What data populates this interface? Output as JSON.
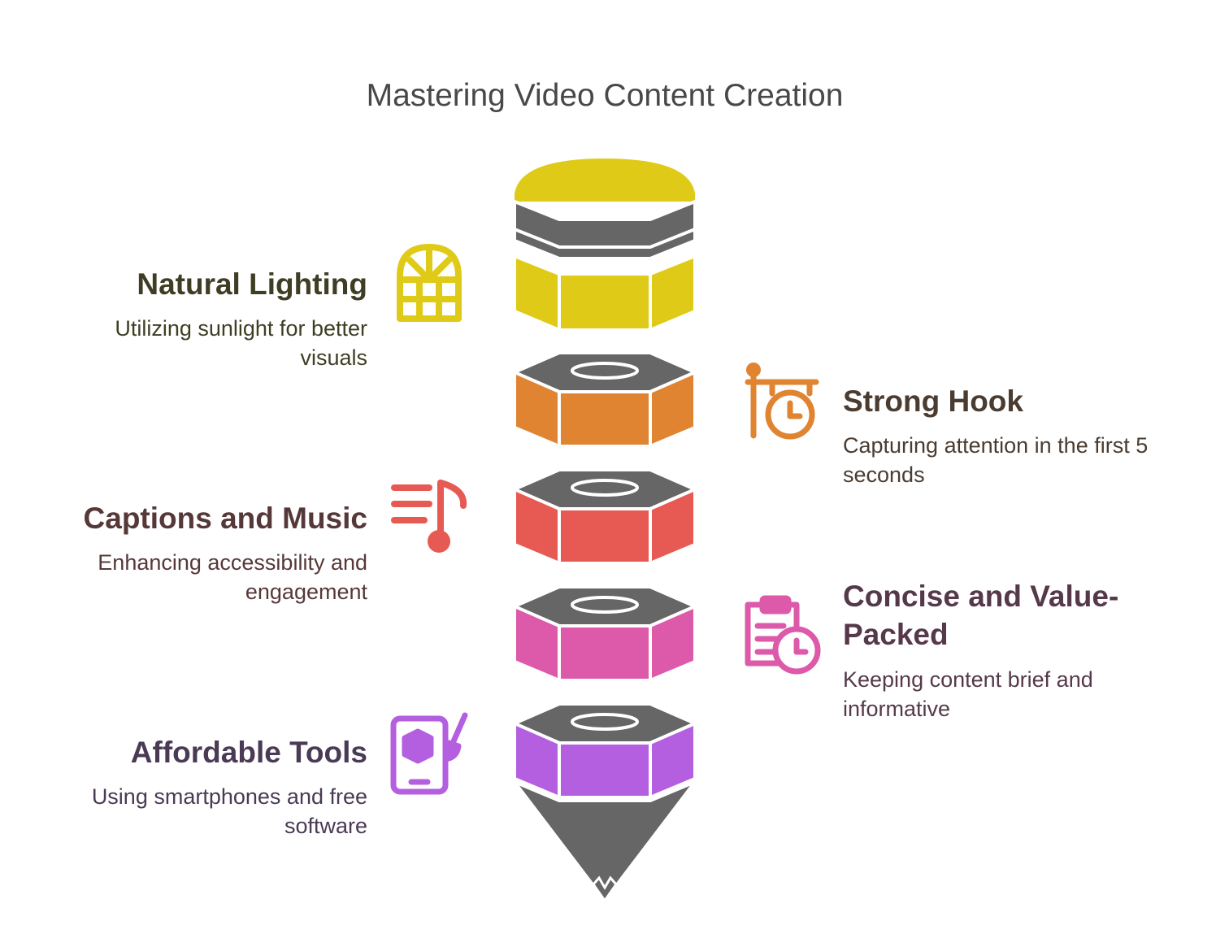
{
  "title": "Mastering Video Content Creation",
  "steps": [
    {
      "heading": "Natural Lighting",
      "description": "Utilizing sunlight for better visuals",
      "color": "#DFCB17",
      "text_color": "#3F3E25",
      "icon": "arched-window-icon",
      "side": "left"
    },
    {
      "heading": "Strong Hook",
      "description": "Capturing attention in the first 5 seconds",
      "color": "#E08431",
      "text_color": "#4A3C31",
      "icon": "hanging-clock-sign-icon",
      "side": "right"
    },
    {
      "heading": "Captions and Music",
      "description": "Enhancing accessibility and engagement",
      "color": "#E65A53",
      "text_color": "#573839",
      "icon": "music-note-with-lines-icon",
      "side": "left"
    },
    {
      "heading": "Concise and Value-Packed",
      "description": "Keeping content brief and informative",
      "color": "#DD59A9",
      "text_color": "#55394A",
      "icon": "clipboard-clock-icon",
      "side": "right"
    },
    {
      "heading": "Affordable Tools",
      "description": "Using smartphones and free software",
      "color": "#B45FE0",
      "text_color": "#4A3A55",
      "icon": "tablet-brush-icon",
      "side": "left"
    }
  ],
  "colors": {
    "body_gray": "#666666",
    "outline": "#ffffff"
  }
}
